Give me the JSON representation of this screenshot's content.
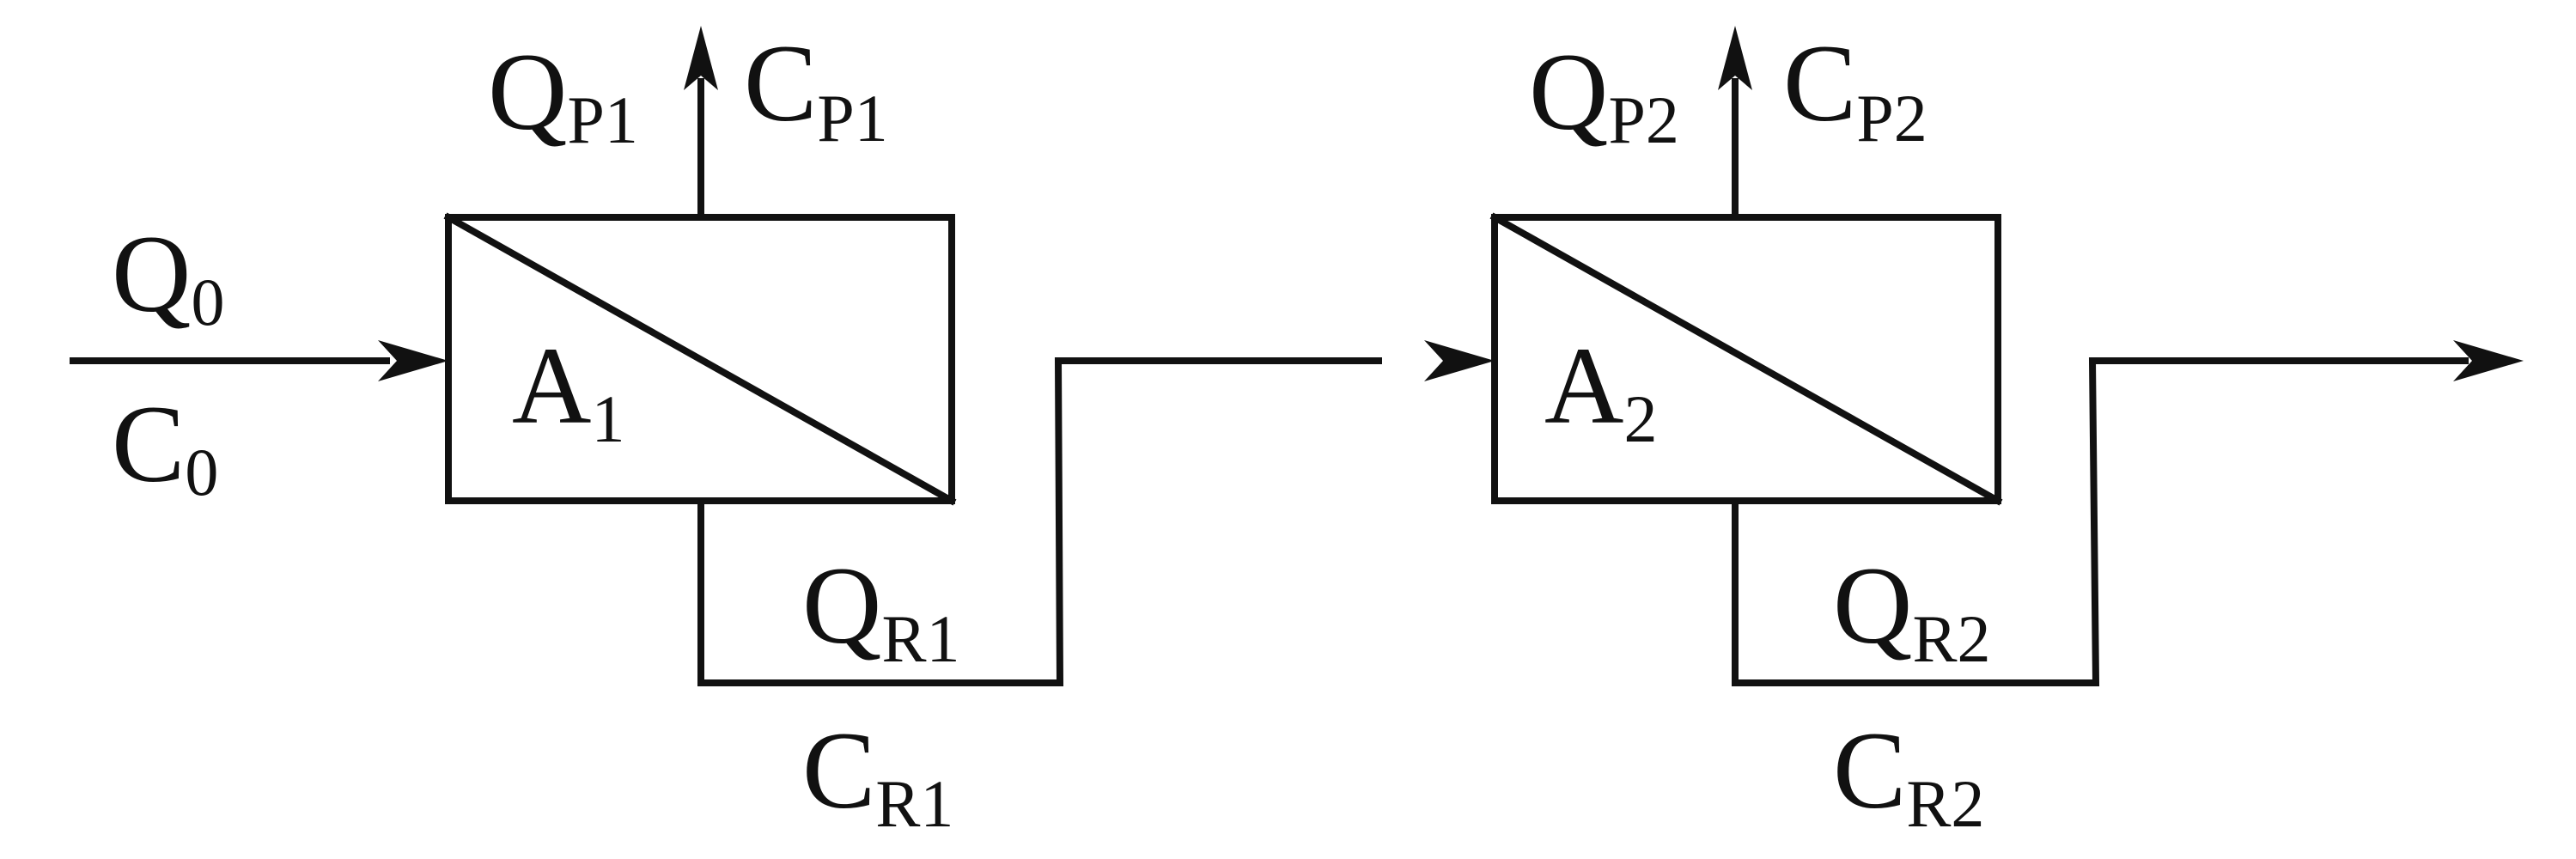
{
  "labels": {
    "feed_flow": {
      "main": "Q",
      "sub": "0"
    },
    "feed_conc": {
      "main": "C",
      "sub": "0"
    },
    "unit1_area": {
      "main": "A",
      "sub": "1"
    },
    "unit1_permeate_flow": {
      "main": "Q",
      "sub": "P1"
    },
    "unit1_permeate_conc": {
      "main": "C",
      "sub": "P1"
    },
    "unit1_retentate_flow": {
      "main": "Q",
      "sub": "R1"
    },
    "unit1_retentate_conc": {
      "main": "C",
      "sub": "R1"
    },
    "unit2_area": {
      "main": "A",
      "sub": "2"
    },
    "unit2_permeate_flow": {
      "main": "Q",
      "sub": "P2"
    },
    "unit2_permeate_conc": {
      "main": "C",
      "sub": "P2"
    },
    "unit2_retentate_flow": {
      "main": "Q",
      "sub": "R2"
    },
    "unit2_retentate_conc": {
      "main": "C",
      "sub": "R2"
    }
  },
  "colors": {
    "stroke": "#111111",
    "background": "#ffffff"
  }
}
